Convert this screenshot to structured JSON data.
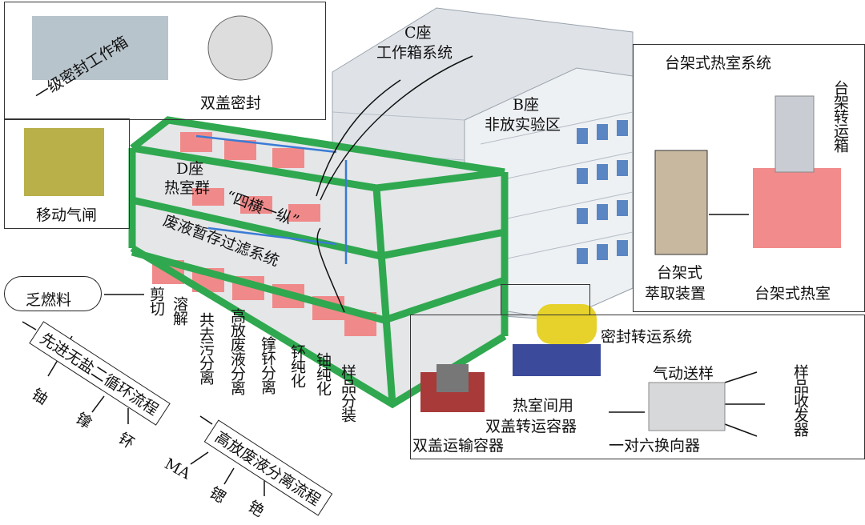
{
  "top_left": {
    "glovebox_label": "一级密封工作箱",
    "double_lid_seal_label": "双盖密封",
    "airlock_label": "移动气闸"
  },
  "building": {
    "c_block": {
      "line1": "C座",
      "line2": "工作箱系统"
    },
    "b_block": {
      "line1": "B座",
      "line2": "非放实验区"
    },
    "d_block": {
      "line1": "D座",
      "line2": "热室群"
    },
    "layout_label": "“四横一纵”",
    "waste_label": "废液暂存过滤系统"
  },
  "process": {
    "feed": "乏燃料",
    "steps": [
      "剪切",
      "溶解",
      "共去污分离",
      "高放废液分离",
      "镎钚分离",
      "钚纯化",
      "铀纯化",
      "样品分装"
    ],
    "flow1": "先进无盐二循环流程",
    "flow1_products": [
      "铀",
      "镎",
      "钚"
    ],
    "flow2": "高放废液分离流程",
    "flow2_products": [
      "MA",
      "锶",
      "铯"
    ]
  },
  "rack_system": {
    "title": "台架式热室系统",
    "transfer_box": "台架转运箱",
    "extraction_l1": "台架式",
    "extraction_l2": "萃取装置",
    "hot_cell": "台架式热室"
  },
  "sealed_transfer": {
    "title": "密封转运系统",
    "pneumatic": "气动送样",
    "container_l1": "热室间用",
    "container_l2": "双盖转运容器",
    "transport_container": "双盖运输容器",
    "diverter": "一对六换向器",
    "transceiver": "样品收发器"
  },
  "colors": {
    "green_frame": "#2fa84f",
    "hot_cell_pink": "#f08a8a",
    "building_gray": "#d8dde3",
    "blue_arrow": "#3a7bd5",
    "yellow_cask": "#e6d22a"
  }
}
